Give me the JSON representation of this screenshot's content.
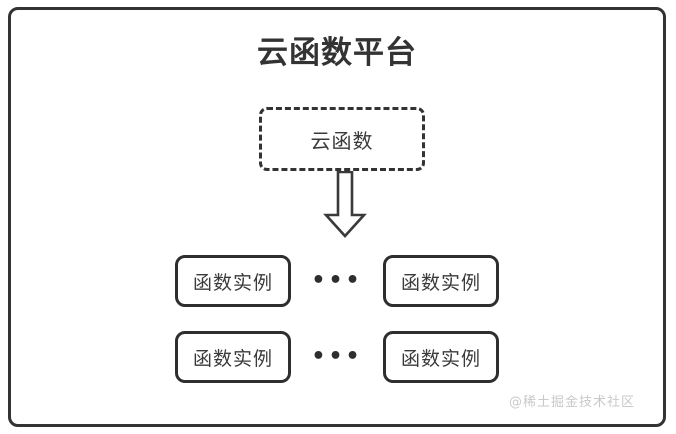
{
  "diagram": {
    "title": "云函数平台",
    "cloud_function": {
      "label": "云函数",
      "border_style": "dashed"
    },
    "arrow": {
      "icon": "down-block-arrow",
      "direction": "down"
    },
    "rows": [
      {
        "left_instance": "函数实例",
        "ellipsis": "•••",
        "right_instance": "函数实例"
      },
      {
        "left_instance": "函数实例",
        "ellipsis": "•••",
        "right_instance": "函数实例"
      }
    ],
    "watermark": "@稀土掘金技术社区",
    "colors": {
      "border": "#333333",
      "text": "#3a3a3a",
      "watermark": "#c9c9c9",
      "background": "#ffffff"
    }
  }
}
